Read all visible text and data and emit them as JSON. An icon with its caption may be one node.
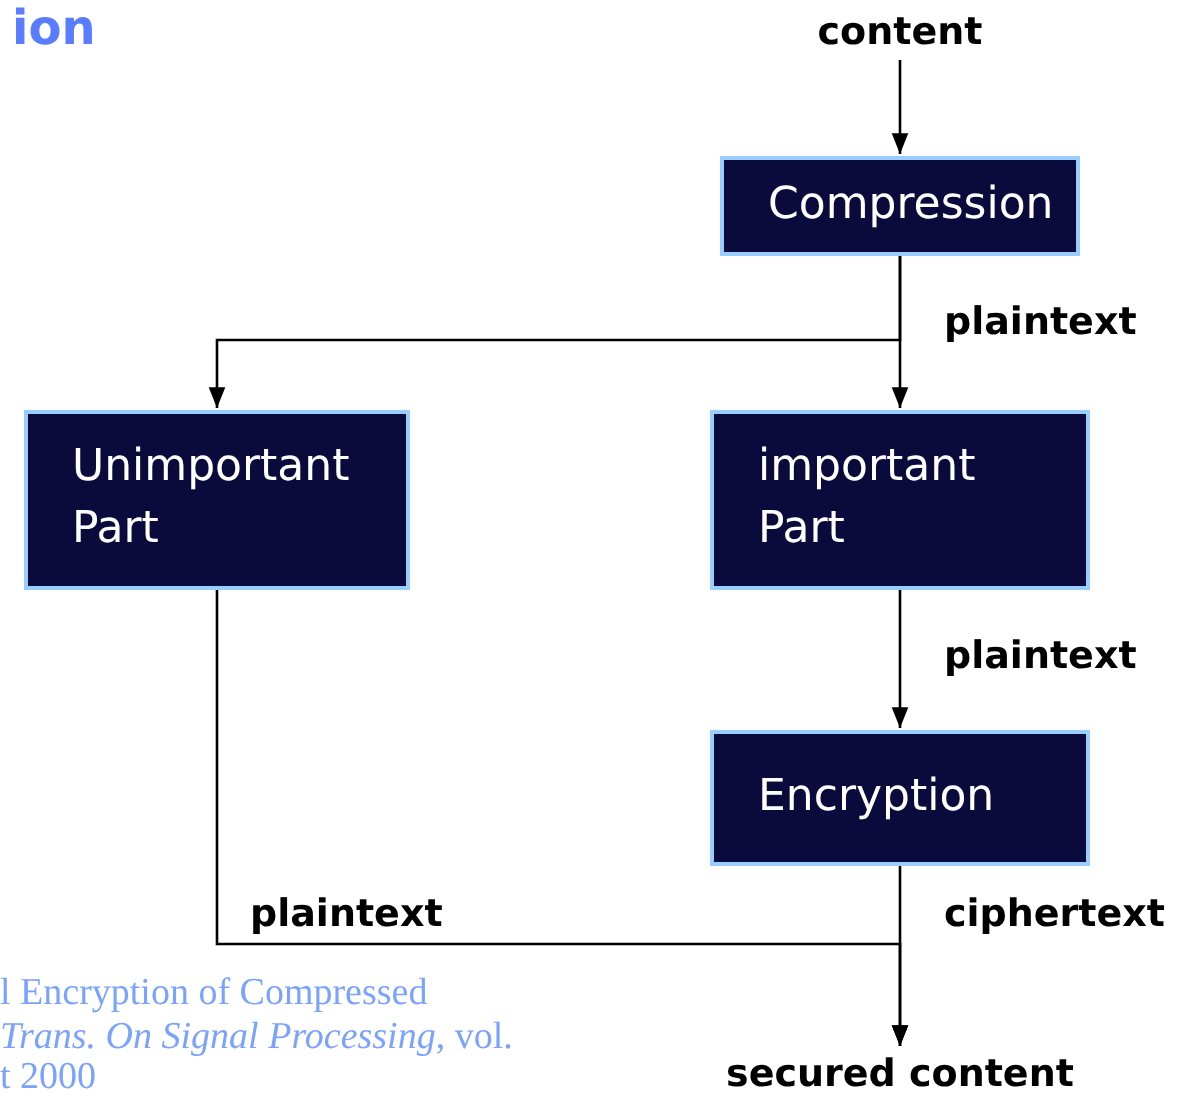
{
  "diagram": {
    "title": "ion",
    "nodes": [
      {
        "text": [
          "content"
        ]
      },
      {
        "text": [
          "Compression"
        ]
      },
      {
        "text": [
          "Unimportant Part"
        ]
      },
      {
        "text": [
          "important Part"
        ]
      },
      {
        "text": [
          "Encryption"
        ]
      },
      {
        "text": [
          "secured content"
        ]
      }
    ],
    "edges": [
      {
        "from": 0,
        "to": 1,
        "arrow": "to"
      },
      {
        "from": 1,
        "to": 2,
        "arrow": "to"
      },
      {
        "from": 1,
        "to": 3,
        "arrow": "to",
        "label": "plaintext"
      },
      {
        "from": 3,
        "to": 4,
        "arrow": "to",
        "label": "plaintext"
      },
      {
        "from": 2,
        "to": 5,
        "arrow": "to",
        "label": "plaintext"
      },
      {
        "from": 4,
        "to": 5,
        "arrow": "to",
        "label": "ciphertext"
      }
    ],
    "labels": [
      "l Encryption of Compressed",
      "*Trans. On Signal Processing*, vol.",
      "t 2000"
    ]
  }
}
